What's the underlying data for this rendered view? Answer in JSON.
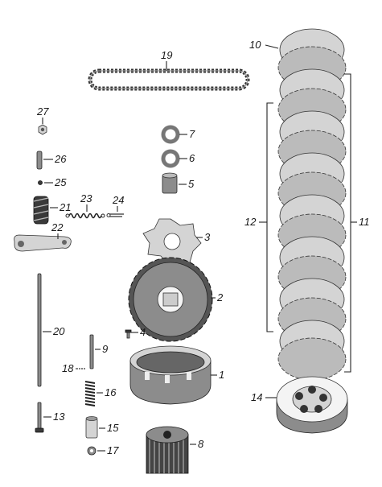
{
  "labels": {
    "p1": "1",
    "p2": "2",
    "p3": "3",
    "p4": "4",
    "p5": "5",
    "p6": "6",
    "p7": "7",
    "p8": "8",
    "p9": "9",
    "p10": "10",
    "p11": "11",
    "p12": "12",
    "p13": "13",
    "p14": "14",
    "p15": "15",
    "p16": "16",
    "p17": "17",
    "p18": "18",
    "p19": "19",
    "p20": "20",
    "p21": "21",
    "p22": "22",
    "p23": "23",
    "p24": "24",
    "p25": "25",
    "p26": "26",
    "p27": "27"
  },
  "colors": {
    "ink": "#1a1a1a",
    "metal_dark": "#3a3a3a",
    "metal_mid": "#8c8c8c",
    "metal_light": "#d4d4d4",
    "background": "#ffffff"
  }
}
